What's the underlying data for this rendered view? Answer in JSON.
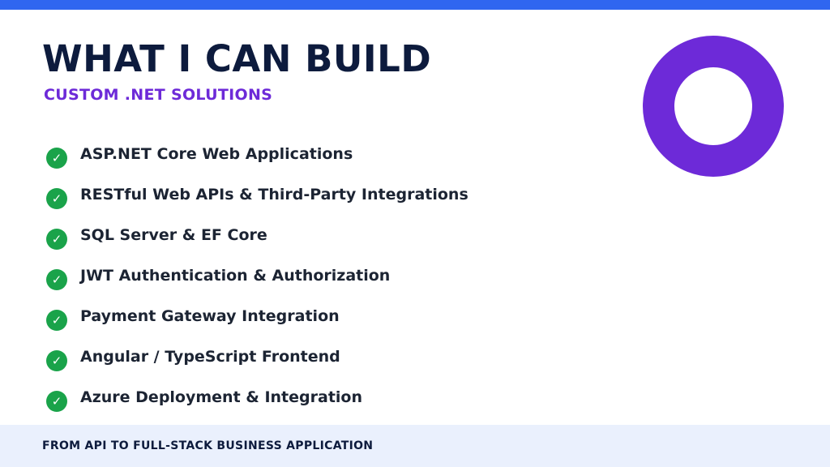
{
  "header": {
    "title": "WHAT I CAN BUILD",
    "subtitle": "CUSTOM .NET SOLUTIONS"
  },
  "features": [
    {
      "icon": "check-circle-icon",
      "label": "ASP.NET Core Web Applications"
    },
    {
      "icon": "check-circle-icon",
      "label": "RESTful Web APIs & Third-Party Integrations"
    },
    {
      "icon": "check-circle-icon",
      "label": "SQL Server & EF Core"
    },
    {
      "icon": "check-circle-icon",
      "label": "JWT Authentication & Authorization"
    },
    {
      "icon": "check-circle-icon",
      "label": "Payment Gateway Integration"
    },
    {
      "icon": "check-circle-icon",
      "label": "Angular / TypeScript Frontend"
    },
    {
      "icon": "check-circle-icon",
      "label": "Azure Deployment & Integration"
    }
  ],
  "check_glyph": "✓",
  "footer": {
    "text": "FROM API TO FULL-STACK BUSINESS APPLICATION"
  },
  "colors": {
    "top_bar": "#2f66f0",
    "title": "#0d1b3d",
    "accent_purple": "#6d2ad8",
    "check_green": "#1aa34a",
    "footer_bg": "#eaf0fd"
  }
}
